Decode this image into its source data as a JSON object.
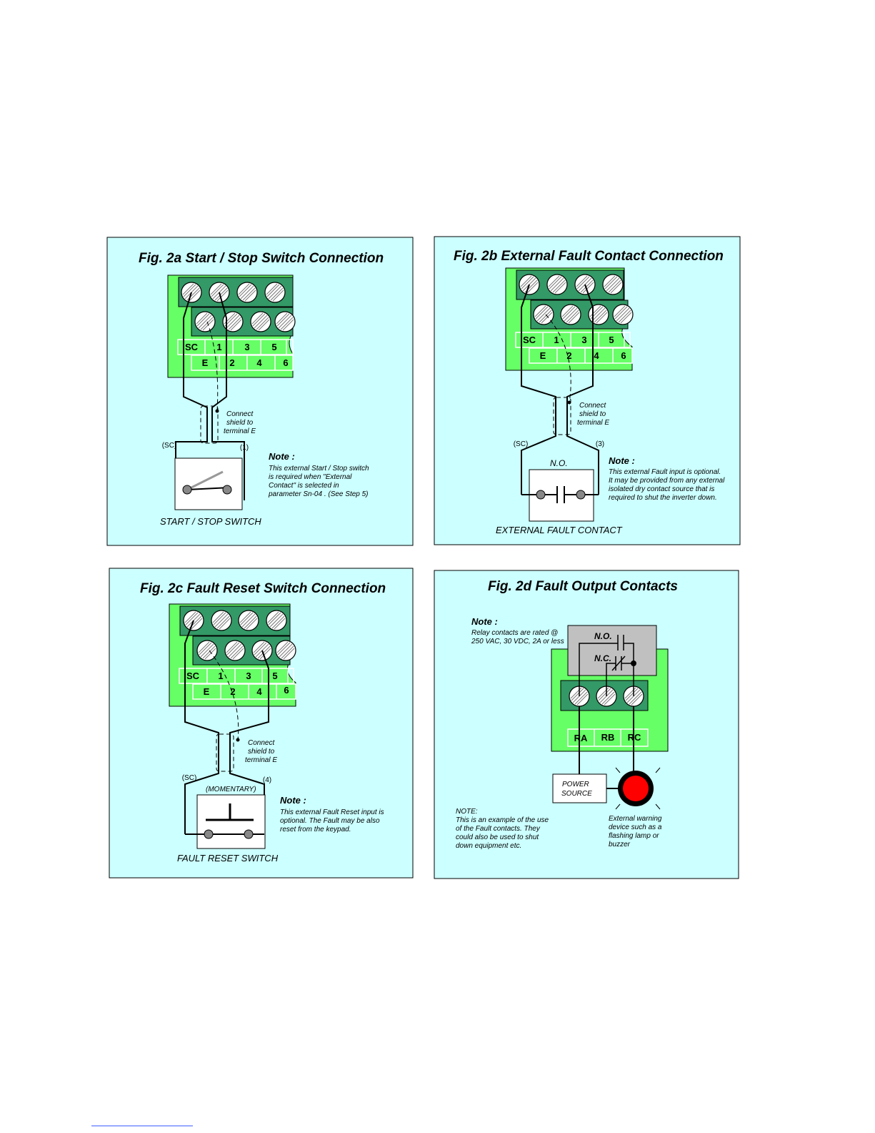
{
  "fig2a": {
    "title": "Fig. 2a Start / Stop Switch Connection",
    "terminals_top": [
      "SC",
      "1",
      "3",
      "5"
    ],
    "terminals_bottom": [
      "E",
      "2",
      "4",
      "6"
    ],
    "shield_note": [
      "Connect",
      "shield to",
      "terminal E"
    ],
    "left_pin": "(SC)",
    "right_pin": "(1)",
    "note_heading": "Note :",
    "note_lines": [
      "This external Start / Stop switch",
      "is required when \"External",
      "Contact\" is selected in",
      "parameter Sn-04 . (See Step 5)"
    ],
    "caption": "START / STOP SWITCH"
  },
  "fig2b": {
    "title": "Fig. 2b External Fault  Contact Connection",
    "terminals_top": [
      "SC",
      "1",
      "3",
      "5"
    ],
    "terminals_bottom": [
      "E",
      "2",
      "4",
      "6"
    ],
    "shield_note": [
      "Connect",
      "shield to",
      "terminal E"
    ],
    "left_pin": "(SC)",
    "right_pin": "(3)",
    "contact_label": "N.O.",
    "note_heading": "Note :",
    "note_lines": [
      "This external Fault  input is optional.",
      "It may be provided from any external",
      "isolated dry contact source that is",
      "required to shut the inverter down."
    ],
    "caption": "EXTERNAL FAULT CONTACT"
  },
  "fig2c": {
    "title": "Fig. 2c  Fault Reset  Switch Connection",
    "terminals_top": [
      "SC",
      "1",
      "3",
      "5"
    ],
    "terminals_bottom": [
      "E",
      "2",
      "4",
      "6"
    ],
    "shield_note": [
      "Connect",
      "shield to",
      "terminal E"
    ],
    "left_pin": "(SC)",
    "right_pin": "(4)",
    "switch_type": "(MOMENTARY)",
    "note_heading": "Note :",
    "note_lines": [
      "This external Fault  Reset input is",
      "optional. The Fault  may be also",
      "reset  from the keypad."
    ],
    "caption": "FAULT RESET SWITCH"
  },
  "fig2d": {
    "title": "Fig. 2d  Fault  Output Contacts",
    "note_heading": "Note :",
    "note_lines": [
      "Relay contacts are rated @",
      "250 VAC, 30 VDC, 2A or less"
    ],
    "no_label": "N.O.",
    "nc_label": "N.C.",
    "terminals": [
      "RA",
      "RB",
      "RC"
    ],
    "power_source": [
      "POWER",
      "SOURCE"
    ],
    "example_note": [
      "NOTE:",
      "This is an example of the use",
      "of the Fault contacts. They",
      "could also be used to shut",
      "down equipment etc."
    ],
    "warning_note": [
      "External warning",
      "device such as a",
      "flashing lamp or",
      "buzzer"
    ]
  }
}
